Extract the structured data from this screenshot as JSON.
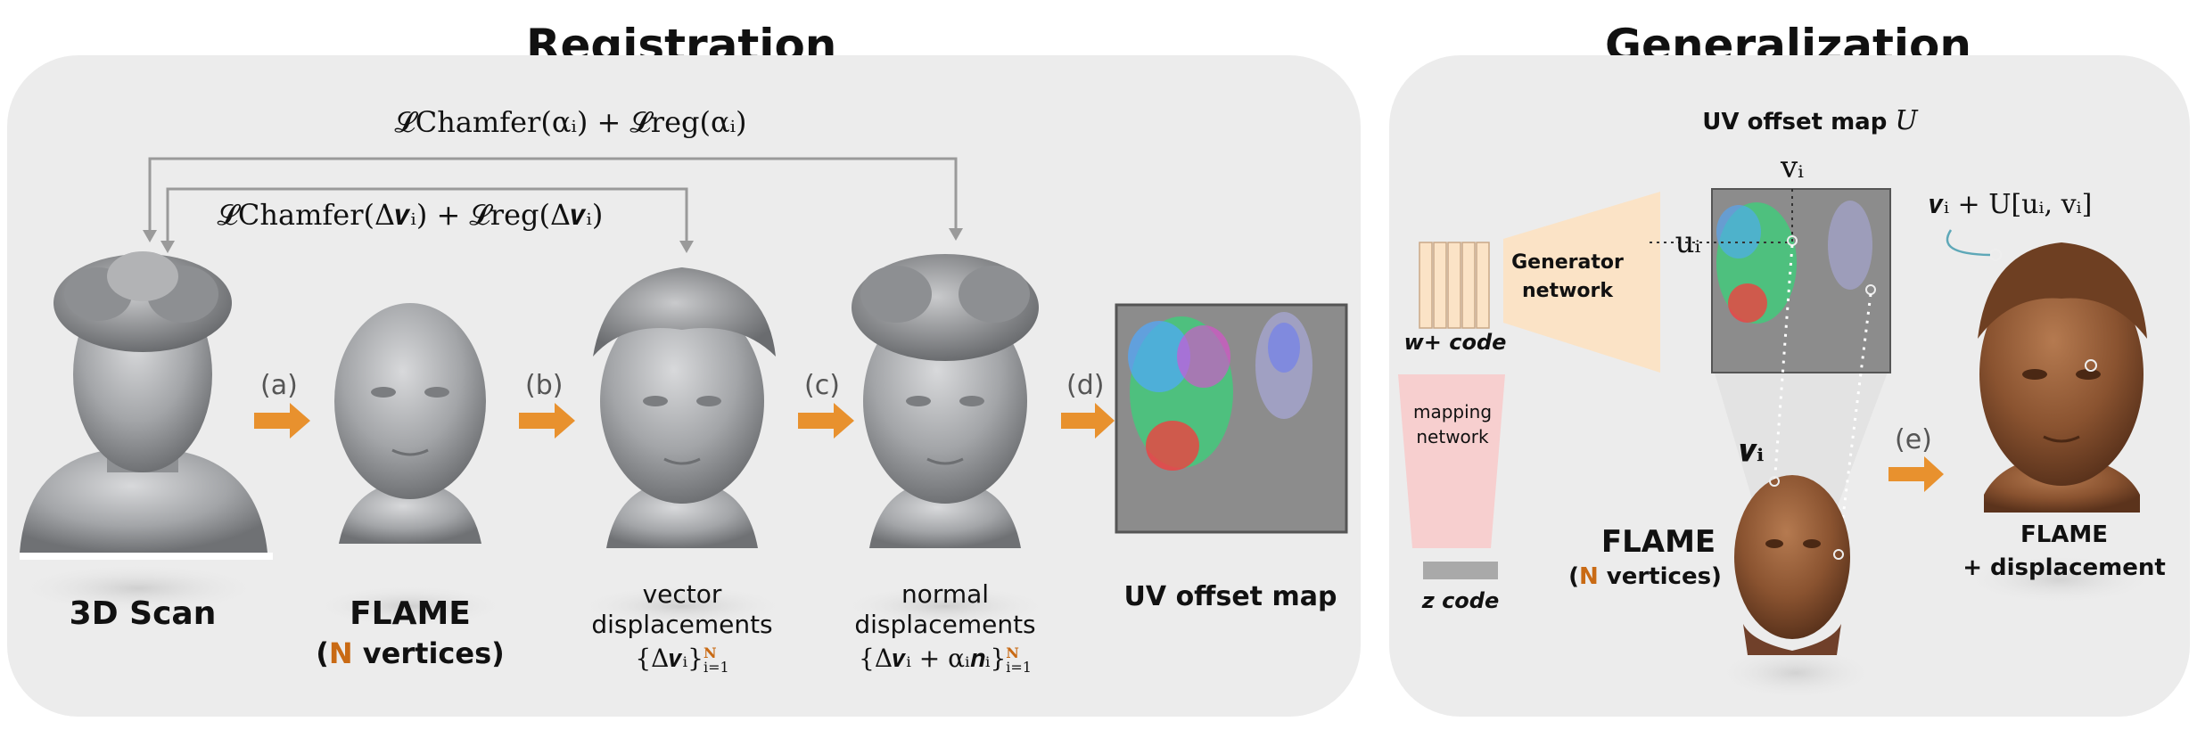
{
  "titles": {
    "registration": "Registration",
    "generalization": "Generalization"
  },
  "registration": {
    "loss_top": "𝓛Chamfer(αᵢ) + 𝓛reg(αᵢ)",
    "loss_inner": "𝓛Chamfer(Δ𝒗ᵢ) + 𝓛reg(Δ𝒗ᵢ)",
    "steps": [
      "(a)",
      "(b)",
      "(c)",
      "(d)"
    ],
    "captions": {
      "scan": "3D Scan",
      "flame_title": "FLAME",
      "flame_n": "N",
      "flame_vertices": "vertices)",
      "vector_line1": "vector",
      "vector_line2": "displacements",
      "vector_formula": "{Δ𝒗ᵢ}",
      "normal_line1": "normal",
      "normal_line2": "displacements",
      "normal_formula": "{Δ𝒗ᵢ + αᵢ𝒏ᵢ}",
      "sup_n": "N",
      "sub_i1": "i=1",
      "uv_map": "UV offset map"
    }
  },
  "generalization": {
    "uv_title": "UV offset map",
    "uv_symbol": "U",
    "v_label": "vᵢ",
    "u_label": "uᵢ",
    "vertex_formula": "𝒗ᵢ + U[uᵢ, vᵢ]",
    "vi_label": "𝒗ᵢ",
    "generator_line1": "Generator",
    "generator_line2": "network",
    "wplus": "w+ code",
    "mapping_line1": "mapping",
    "mapping_line2": "network",
    "z_code": "z code",
    "step_e": "(e)",
    "flame_title": "FLAME",
    "flame_n": "N",
    "flame_vertices": "vertices)",
    "result_line1": "FLAME",
    "result_line2": "+ displacement"
  },
  "colors": {
    "arrow_orange": "#e8912e",
    "accent_orange": "#c96a14",
    "panel_gray": "#ececec",
    "head_gray": "#9a9c9f",
    "head_brown": "#8a5330",
    "generator_fill": "#fbe3c6",
    "mapping_fill": "#f7cfcf",
    "wplus_fill": "#fbe3c6"
  }
}
